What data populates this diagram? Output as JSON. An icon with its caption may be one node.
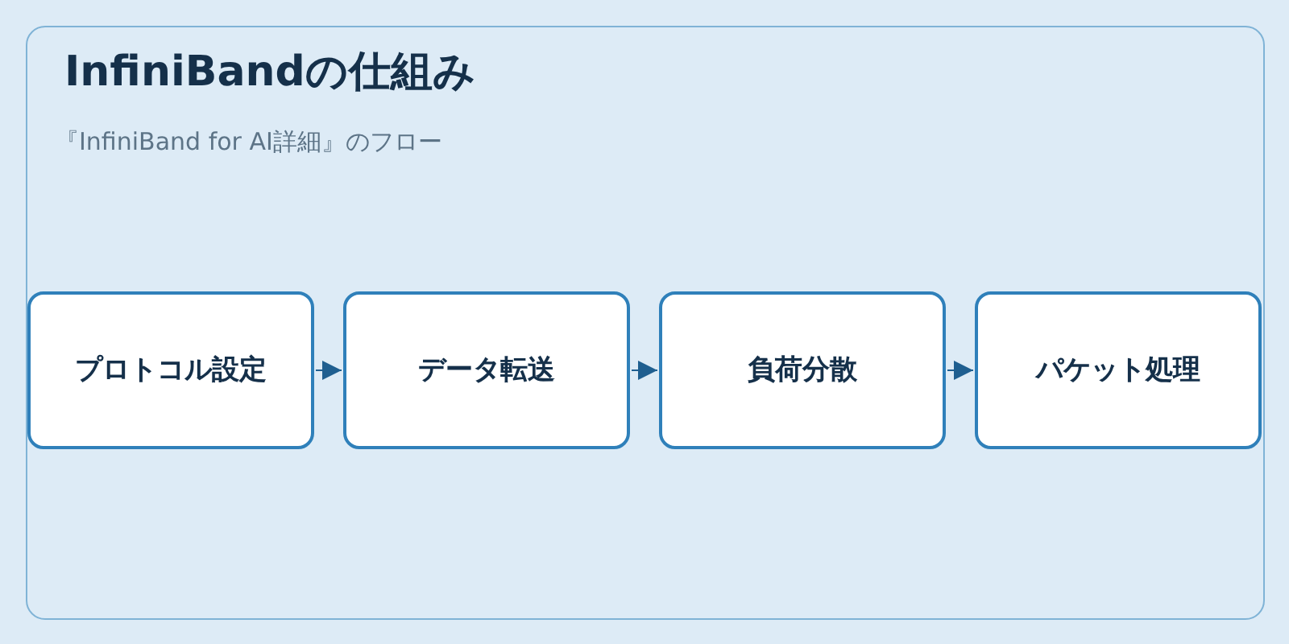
{
  "diagram": {
    "title": "InfiniBandの仕組み",
    "nodes": [
      {
        "text": [
          "プロトコル設定"
        ]
      },
      {
        "text": [
          "データ転送"
        ]
      },
      {
        "text": [
          "負荷分散"
        ]
      },
      {
        "text": [
          "パケット処理"
        ]
      }
    ],
    "edges": [
      {
        "from": 0,
        "to": 1,
        "arrow": "to"
      },
      {
        "from": 1,
        "to": 2,
        "arrow": "to"
      },
      {
        "from": 2,
        "to": 3,
        "arrow": "to"
      }
    ],
    "labels": [
      "『InfiniBand for AI詳細』のフロー"
    ]
  }
}
